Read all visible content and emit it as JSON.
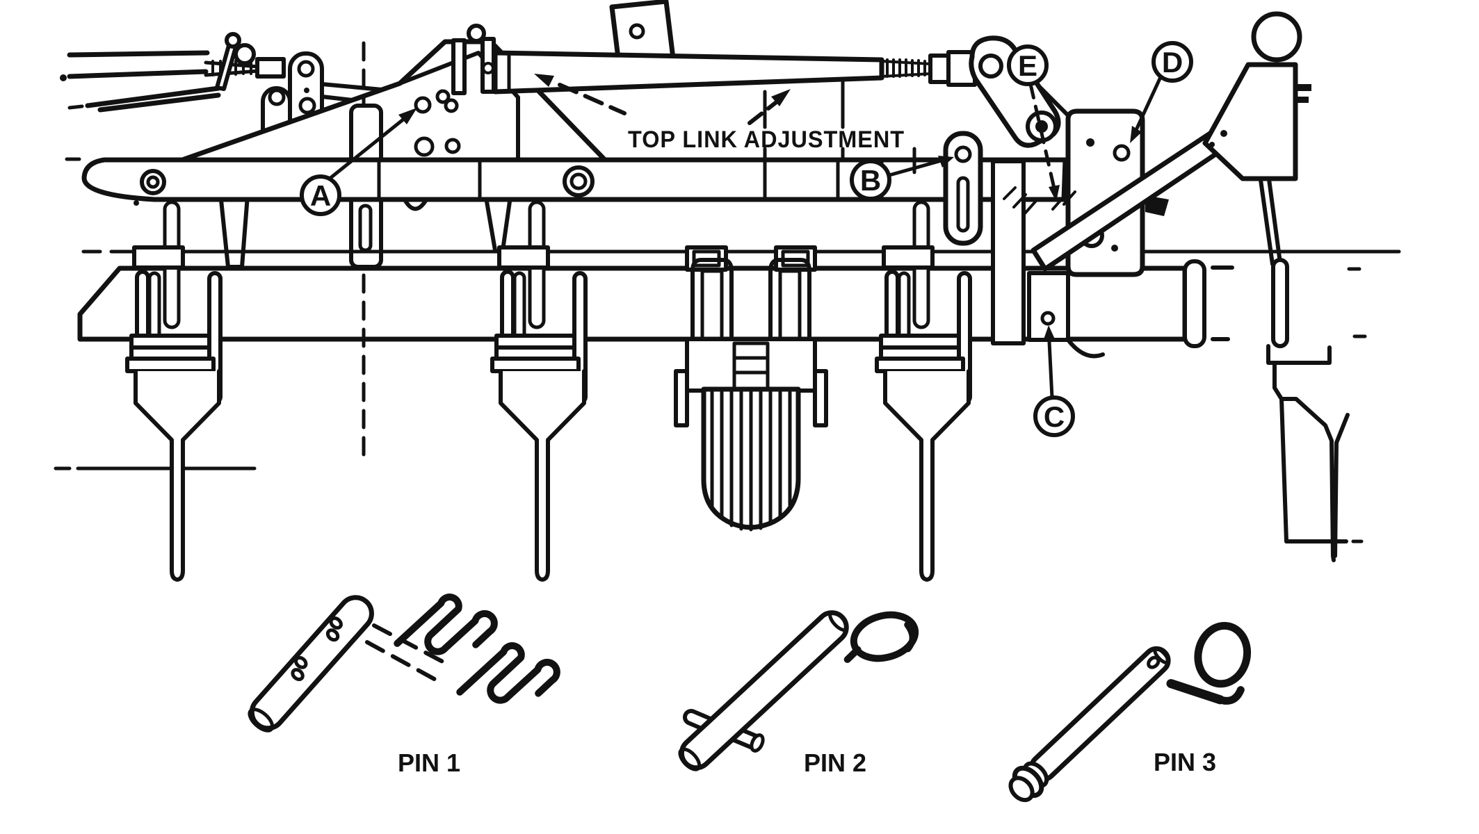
{
  "diagram": {
    "title_annotation": {
      "label": "TOP LINK ADJUSTMENT"
    },
    "callouts": [
      {
        "label": "A"
      },
      {
        "label": "B"
      },
      {
        "label": "C"
      },
      {
        "label": "D"
      },
      {
        "label": "E"
      }
    ],
    "pins": [
      {
        "label": "PIN 1"
      },
      {
        "label": "PIN 2"
      },
      {
        "label": "PIN 3"
      }
    ],
    "colors": {
      "ink": "#121212",
      "paper": "#ffffff"
    }
  }
}
